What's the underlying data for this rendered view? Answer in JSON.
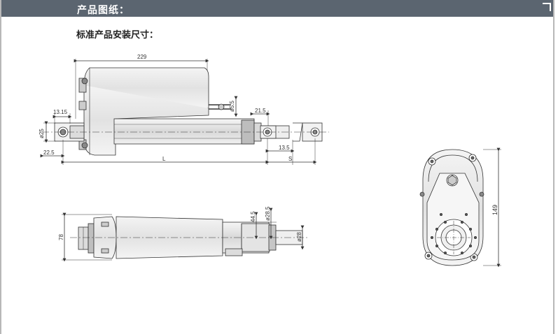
{
  "header": {
    "title": "产品图纸："
  },
  "section": {
    "subtitle": "标准产品安装尺寸："
  },
  "side_view": {
    "dimensions": {
      "overall_length": "229",
      "d1": "13.15",
      "d2": "ø25",
      "d3": "22.5",
      "d4": "ø5.5",
      "d5": "21.5",
      "d6": "13.5",
      "d7": "L",
      "d8": "S"
    }
  },
  "top_view": {
    "dimensions": {
      "width": "78",
      "h1": "44.5",
      "d1": "ø28.5",
      "d2": "ø28"
    }
  },
  "end_view": {
    "dimensions": {
      "height": "149"
    }
  },
  "colors": {
    "header": "#5b6570",
    "line": "#333333",
    "body_fill": "#e9e9e9",
    "accent": "#9a9a9a"
  }
}
